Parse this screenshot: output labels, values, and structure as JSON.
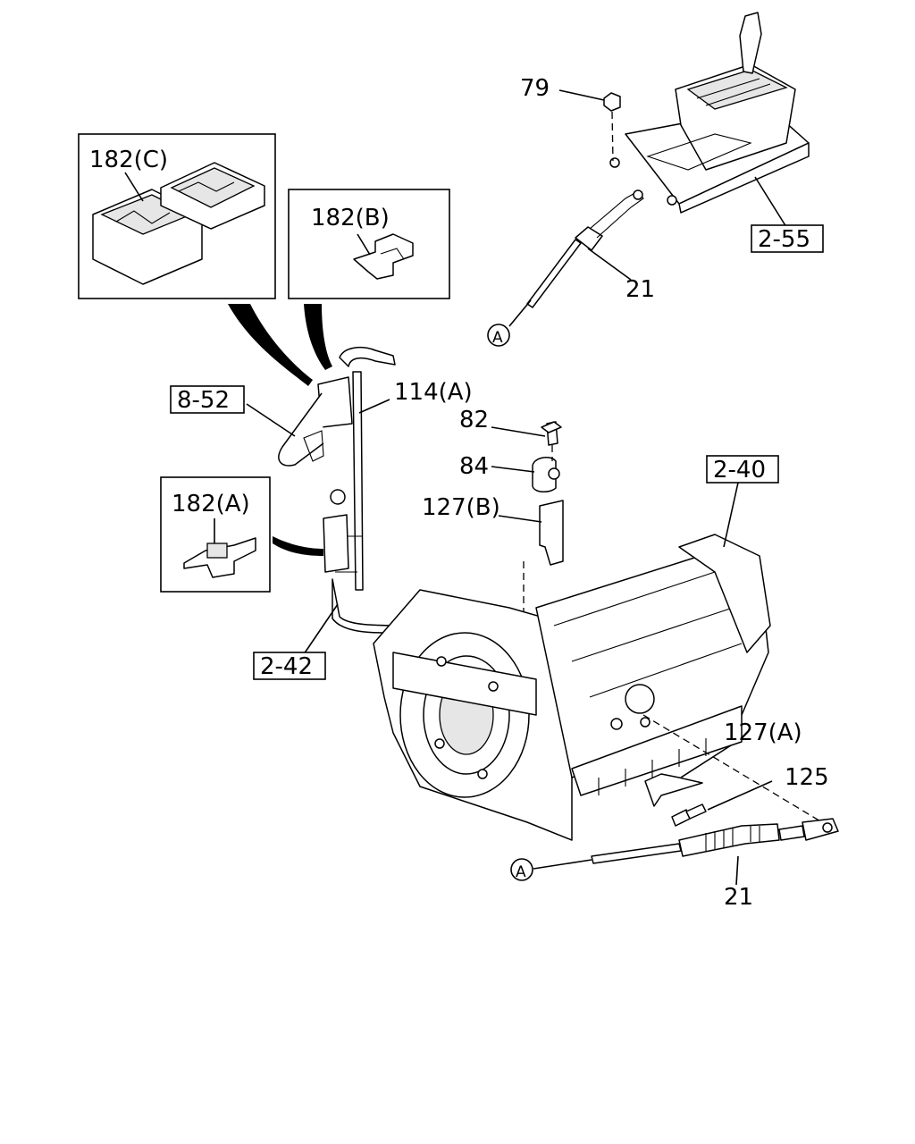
{
  "callouts": {
    "c79": "79",
    "c2_55": "2-55",
    "c21_top": "21",
    "ref_a_top": "A",
    "c182c": "182(C)",
    "c182b": "182(B)",
    "c8_52": "8-52",
    "c114a": "114(A)",
    "c82": "82",
    "c84": "84",
    "c127b": "127(B)",
    "c2_40": "2-40",
    "c182a": "182(A)",
    "c2_42": "2-42",
    "c127a": "127(A)",
    "c125": "125",
    "ref_a_bottom": "A",
    "c21_bottom": "21"
  }
}
